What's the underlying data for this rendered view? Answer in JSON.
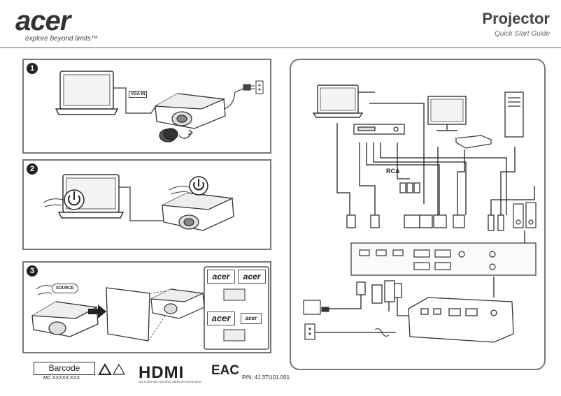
{
  "brand": {
    "logo_text": "acer",
    "tagline": "explore beyond limits™"
  },
  "header": {
    "title": "Projector",
    "subtitle": "Quick Start Guide"
  },
  "steps": [
    {
      "number": "1",
      "label": "VGA IN"
    },
    {
      "number": "2"
    },
    {
      "number": "3",
      "source_label": "SOURCE",
      "logo_text": "acer"
    }
  ],
  "connection": {
    "rca_label": "RCA"
  },
  "footer": {
    "barcode_label": "Barcode",
    "model_code": "MC.XXXXX.XXX",
    "hdmi_text": "HDMI",
    "hdmi_tagline": "HIGH-DEFINITION MULTIMEDIA INTERFACE",
    "eac_text": "EAC",
    "part_number": "P/N: 4J.3TU01.001"
  }
}
